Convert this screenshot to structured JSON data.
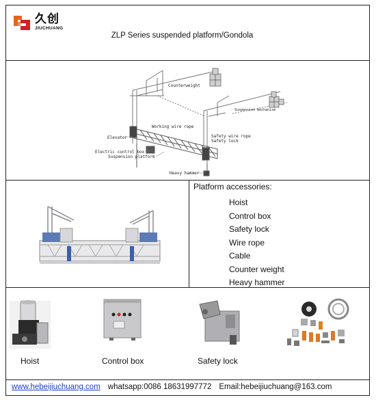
{
  "header": {
    "logo_text_cn": "久创",
    "logo_text_en": "JIUCHUANG",
    "title": "ZLP Series suspended platform/Gondola",
    "brand_colors": {
      "orange": "#e8641c",
      "red": "#d41f26"
    }
  },
  "diagram": {
    "labels": {
      "counterweight": "Counterweight",
      "suspension_mechanism": "Suspension mechanism",
      "working_wire_rope": "Working wire rope",
      "safety_wire_rope": "Safety wire rope",
      "safety_lock": "Safety lock",
      "elevator": "Elevator",
      "electric_control_box": "Electric control box",
      "suspension_platform": "Suspension platform",
      "heavy_hammer": "Heavy hammer"
    }
  },
  "accessories": {
    "title": "Platform accessories:",
    "items": [
      "Hoist",
      "Control box",
      "Safety lock",
      "Wire rope",
      "Cable",
      "Counter weight",
      "Heavy hammer"
    ]
  },
  "products": {
    "hoist": "Hoist",
    "control_box": "Control box",
    "safety_lock": "Safety lock"
  },
  "footer": {
    "website": "www.hebeijiuchuang.com",
    "whatsapp": "whatsapp:0086 18631997772",
    "email": "Email:hebeijiuchuang@163.com"
  }
}
